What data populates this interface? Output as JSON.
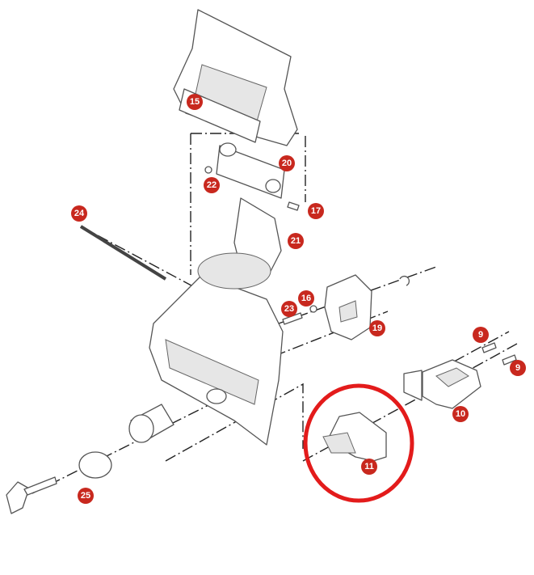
{
  "diagram": {
    "parts": [
      {
        "id": "15"
      },
      {
        "id": "20"
      },
      {
        "id": "22"
      },
      {
        "id": "17"
      },
      {
        "id": "21"
      },
      {
        "id": "24"
      },
      {
        "id": "16"
      },
      {
        "id": "23"
      },
      {
        "id": "19"
      },
      {
        "id": "9"
      },
      {
        "id": "9"
      },
      {
        "id": "10"
      },
      {
        "id": "11"
      },
      {
        "id": "25"
      }
    ],
    "highlighted_part": "11",
    "colors": {
      "badge": "#c8281e",
      "highlight": "#e31b1b",
      "line": "#555555"
    }
  }
}
